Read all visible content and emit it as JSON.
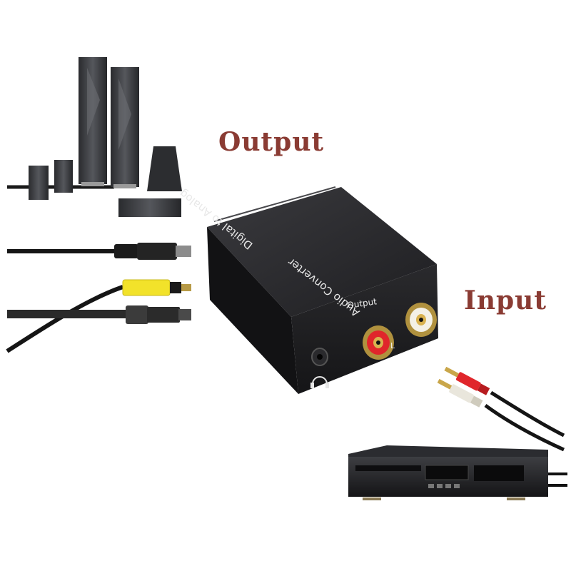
{
  "labels": {
    "output_heading": "Output",
    "input_heading": "Input",
    "device_panel_output": "Output",
    "device_top_line1": "Digital to Analog",
    "device_top_line2": "Audio Converter",
    "device_channel_l": "L"
  },
  "colors": {
    "heading": "#8a3b33",
    "device_body": "#1c1c1e",
    "rca_red": "#e0262b",
    "rca_white": "#f4f1e6",
    "rca_gold": "#c9a64a",
    "composite_yellow": "#f2e22a"
  },
  "icons": {
    "headphone_port": "headphone-icon"
  }
}
